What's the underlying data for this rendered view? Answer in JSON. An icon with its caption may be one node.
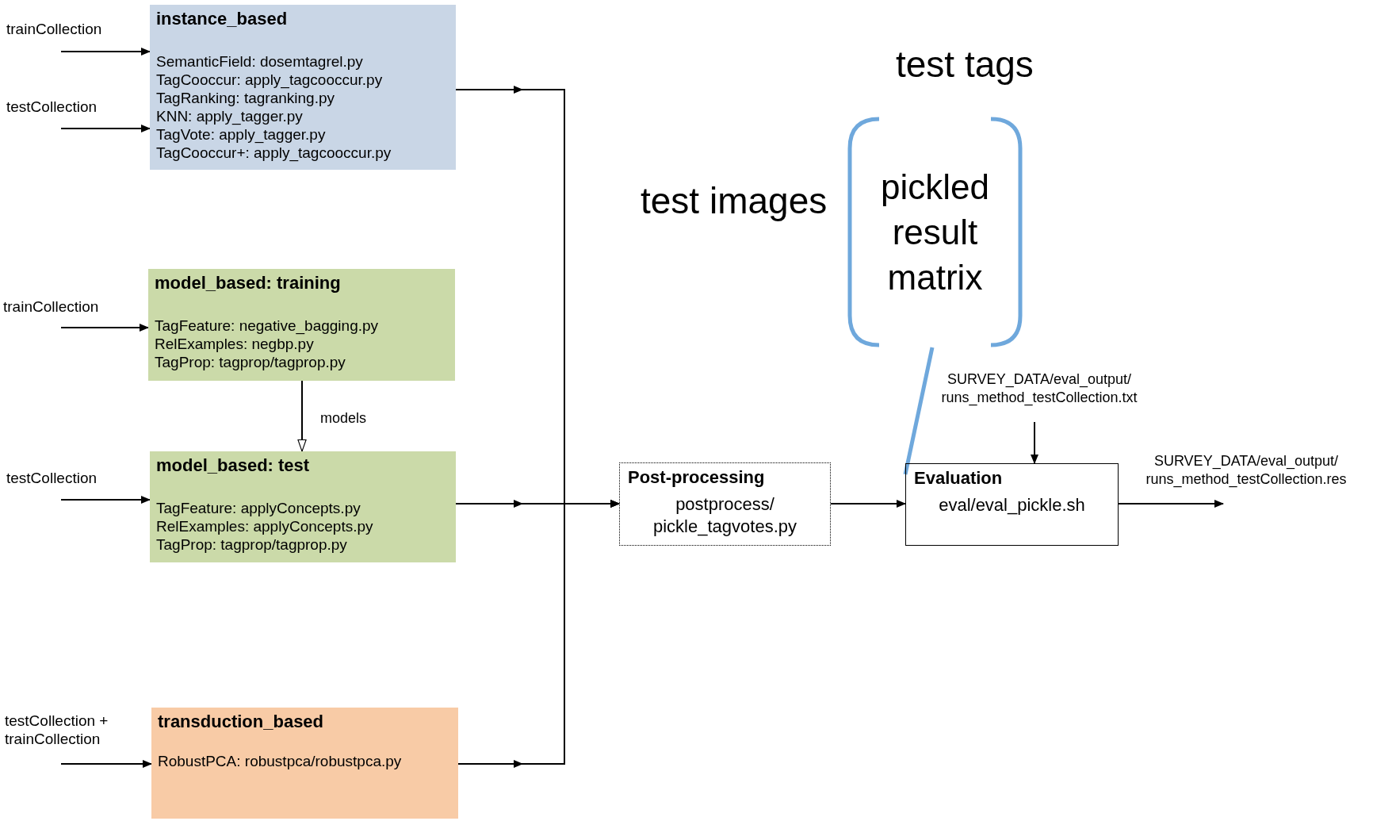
{
  "diagram": {
    "nodes": [
      {
        "text": [
          "trainCollection"
        ]
      },
      {
        "text": [
          "testCollection"
        ]
      },
      {
        "text": [
          "instance_based",
          "SemanticField: dosemtagrel.py",
          "TagCooccur: apply_tagcooccur.py",
          "TagRanking: tagranking.py",
          "KNN: apply_tagger.py",
          "TagVote: apply_tagger.py",
          "TagCooccur+: apply_tagcooccur.py"
        ]
      },
      {
        "text": [
          "trainCollection"
        ]
      },
      {
        "text": [
          "model_based: training",
          "TagFeature: negative_bagging.py",
          "RelExamples: negbp.py",
          "TagProp: tagprop/tagprop.py"
        ]
      },
      {
        "text": [
          "testCollection"
        ]
      },
      {
        "text": [
          "model_based: test",
          "TagFeature: applyConcepts.py",
          "RelExamples: applyConcepts.py",
          "TagProp: tagprop/tagprop.py"
        ]
      },
      {
        "text": [
          "testCollection + trainCollection"
        ]
      },
      {
        "text": [
          "transduction_based",
          "RobustPCA: robustpca/robustpca.py"
        ]
      },
      {
        "text": [
          "Post-processing",
          "postprocess/ pickle_tagvotes.py"
        ]
      },
      {
        "text": [
          "SURVEY_DATA/eval_output/ runs_method_testCollection.txt"
        ]
      },
      {
        "text": [
          "Evaluation",
          "eval/eval_pickle.sh"
        ]
      },
      {
        "text": [
          "pickled result matrix"
        ],
        "beside": [
          "test tags",
          "test images"
        ]
      }
    ],
    "edges": [
      {
        "from": 0,
        "to": 2,
        "arrow": "to"
      },
      {
        "from": 1,
        "to": 2,
        "arrow": "to"
      },
      {
        "from": 3,
        "to": 4,
        "arrow": "to"
      },
      {
        "from": 4,
        "to": 6,
        "arrow": "to",
        "label": "models"
      },
      {
        "from": 5,
        "to": 6,
        "arrow": "to"
      },
      {
        "from": 7,
        "to": 8,
        "arrow": "to"
      },
      {
        "from": 2,
        "to": 9,
        "arrow": "to"
      },
      {
        "from": 6,
        "to": 9,
        "arrow": "to"
      },
      {
        "from": 8,
        "to": 9,
        "arrow": "to"
      },
      {
        "from": 9,
        "to": 11,
        "arrow": "to"
      },
      {
        "from": 10,
        "to": 11,
        "arrow": "to"
      },
      {
        "from": 11,
        "to": null,
        "arrow": "to",
        "label": "SURVEY_DATA/eval_output/ runs_method_testCollection.res"
      },
      {
        "from": 12,
        "to": 11,
        "arrow": "none",
        "style": "thick",
        "color": "#6fa8dc"
      }
    ]
  }
}
